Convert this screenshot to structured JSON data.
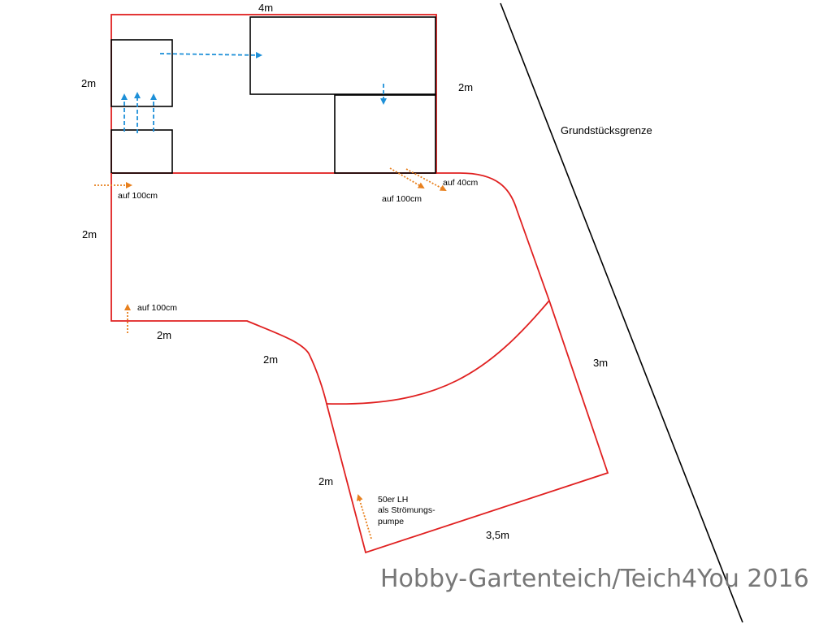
{
  "labels": {
    "top_width": "4m",
    "left_upper": "2m",
    "right_filter": "2m",
    "property_line": "Grundstücksgrenze",
    "left_lower": "2m",
    "bottom_left": "2m",
    "diagonal": "2m",
    "right_long": "3m",
    "bottom_left_lower": "2m",
    "bottom": "3,5m"
  },
  "notes": {
    "inlet_left": "auf 100cm",
    "inlet_mid": "auf 100cm",
    "inlet_right": "auf 40cm",
    "inlet_bottom_left": "auf 100cm",
    "pump_line1": "50er LH",
    "pump_line2": "als Strömungs-",
    "pump_line3": "pumpe"
  },
  "watermark": "Hobby-Gartenteich/Teich4You 2016",
  "colors": {
    "pond_outline": "#e02020",
    "water_flow": "#1e90d8",
    "inlet": "#e8801e",
    "filter_box": "#000000"
  }
}
